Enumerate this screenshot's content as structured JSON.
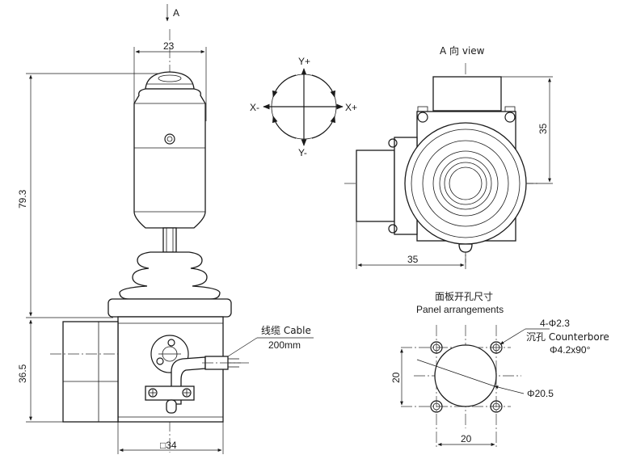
{
  "view_label": "A",
  "a_view_title": "A 向 view",
  "axes": {
    "y_plus": "Y+",
    "y_minus": "Y-",
    "x_plus": "X+",
    "x_minus": "X-"
  },
  "dims": {
    "handle_width": "23",
    "total_height": "79.3",
    "base_height": "36.5",
    "square_base": "□34",
    "aview_width": "35",
    "aview_height": "35"
  },
  "cable": {
    "label_cn": "线缆 Cable",
    "length": "200mm"
  },
  "panel": {
    "title_cn": "面板开孔尺寸",
    "title_en": "Panel arrangements",
    "hole_spec": "4-Φ2.3",
    "counterbore": "沉孔 Counterbore",
    "counterbore_spec": "Φ4.2x90°",
    "center_hole": "Φ20.5",
    "pitch_x": "20",
    "pitch_y": "20"
  }
}
